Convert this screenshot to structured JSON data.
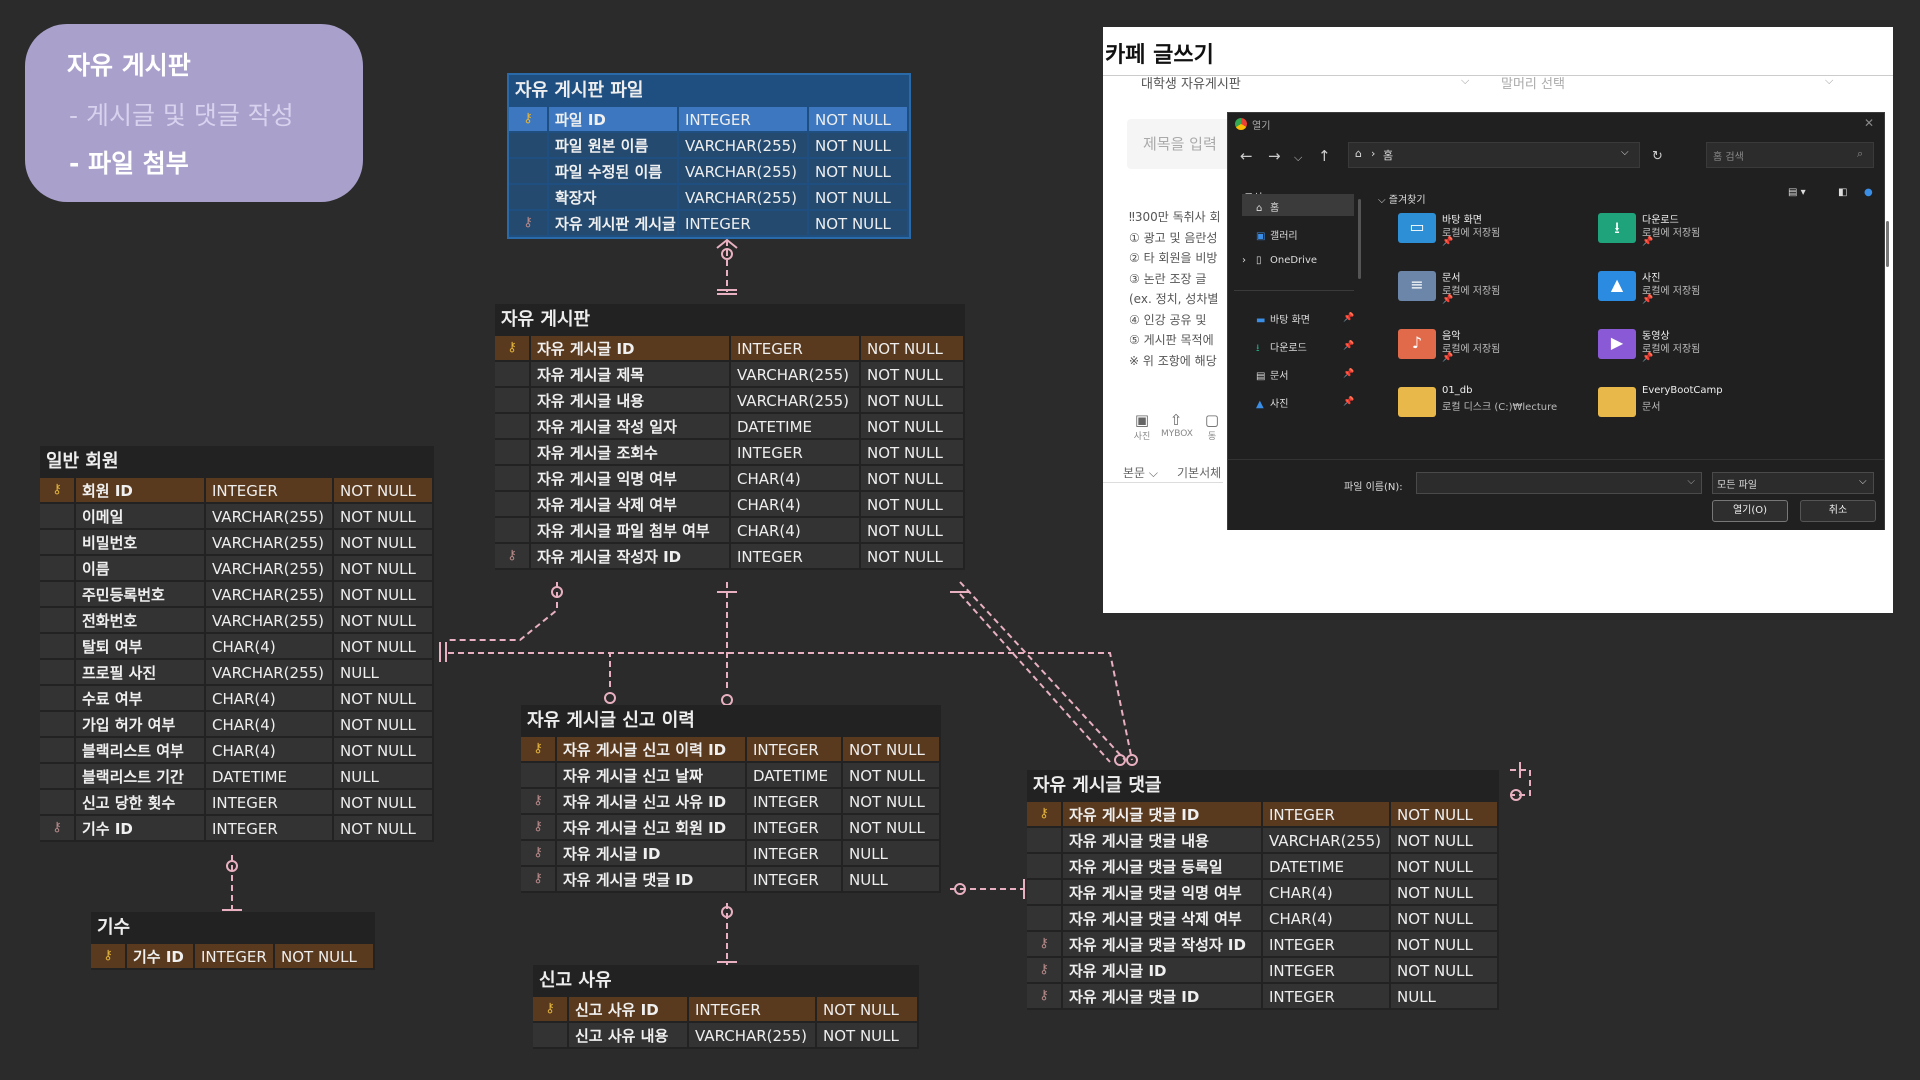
{
  "legend": {
    "title": "자유 게시판",
    "items": [
      "- 게시글 및 댓글 작성",
      "- 파일 첨부"
    ]
  },
  "tables": [
    {
      "id": "file",
      "title": "자유 게시판 파일",
      "style": "blue",
      "cols": [
        40,
        130,
        130,
        100
      ],
      "rows": [
        [
          "pk",
          "파일 ID",
          "INTEGER",
          "NOT NULL"
        ],
        [
          "",
          "파일 원본 이름",
          "VARCHAR(255)",
          "NOT NULL"
        ],
        [
          "",
          "파일 수정된 이름",
          "VARCHAR(255)",
          "NOT NULL"
        ],
        [
          "",
          "확장자",
          "VARCHAR(255)",
          "NOT NULL"
        ],
        [
          "fk",
          "자유 게시판 게시글 ID",
          "INTEGER",
          "NOT NULL"
        ]
      ]
    },
    {
      "id": "board",
      "title": "자유 게시판",
      "style": "",
      "cols": [
        36,
        200,
        130,
        104
      ],
      "rows": [
        [
          "pk",
          "자유 게시글 ID",
          "INTEGER",
          "NOT NULL"
        ],
        [
          "",
          "자유 게시글 제목",
          "VARCHAR(255)",
          "NOT NULL"
        ],
        [
          "",
          "자유 게시글 내용",
          "VARCHAR(255)",
          "NOT NULL"
        ],
        [
          "",
          "자유 게시글 작성 일자",
          "DATETIME",
          "NOT NULL"
        ],
        [
          "",
          "자유 게시글 조회수",
          "INTEGER",
          "NOT NULL"
        ],
        [
          "",
          "자유 게시글 익명 여부",
          "CHAR(4)",
          "NOT NULL"
        ],
        [
          "",
          "자유 게시글 삭제 여부",
          "CHAR(4)",
          "NOT NULL"
        ],
        [
          "",
          "자유 게시글 파일 첨부 여부",
          "CHAR(4)",
          "NOT NULL"
        ],
        [
          "fk",
          "자유 게시글 작성자 ID",
          "INTEGER",
          "NOT NULL"
        ]
      ]
    },
    {
      "id": "member",
      "title": "일반 회원",
      "style": "",
      "cols": [
        36,
        130,
        128,
        100
      ],
      "rows": [
        [
          "pk",
          "회원 ID",
          "INTEGER",
          "NOT NULL"
        ],
        [
          "",
          "이메일",
          "VARCHAR(255)",
          "NOT NULL"
        ],
        [
          "",
          "비밀번호",
          "VARCHAR(255)",
          "NOT NULL"
        ],
        [
          "",
          "이름",
          "VARCHAR(255)",
          "NOT NULL"
        ],
        [
          "",
          "주민등록번호",
          "VARCHAR(255)",
          "NOT NULL"
        ],
        [
          "",
          "전화번호",
          "VARCHAR(255)",
          "NOT NULL"
        ],
        [
          "",
          "탈퇴 여부",
          "CHAR(4)",
          "NOT NULL"
        ],
        [
          "",
          "프로필 사진",
          "VARCHAR(255)",
          "NULL"
        ],
        [
          "",
          "수료 여부",
          "CHAR(4)",
          "NOT NULL"
        ],
        [
          "",
          "가입 허가 여부",
          "CHAR(4)",
          "NOT NULL"
        ],
        [
          "",
          "블랙리스트 여부",
          "CHAR(4)",
          "NOT NULL"
        ],
        [
          "",
          "블랙리스트 기간",
          "DATETIME",
          "NULL"
        ],
        [
          "",
          "신고 당한 횟수",
          "INTEGER",
          "NOT NULL"
        ],
        [
          "fk",
          "기수 ID",
          "INTEGER",
          "NOT NULL"
        ]
      ]
    },
    {
      "id": "cohort",
      "title": "기수",
      "style": "",
      "cols": [
        36,
        68,
        80,
        100
      ],
      "rows": [
        [
          "pk",
          "기수 ID",
          "INTEGER",
          "NOT NULL"
        ]
      ]
    },
    {
      "id": "report",
      "title": "자유 게시글 신고 이력",
      "style": "",
      "cols": [
        36,
        190,
        96,
        98
      ],
      "rows": [
        [
          "pk",
          "자유 게시글 신고 이력 ID",
          "INTEGER",
          "NOT NULL"
        ],
        [
          "",
          "자유 게시글 신고 날짜",
          "DATETIME",
          "NOT NULL"
        ],
        [
          "fk",
          "자유 게시글 신고 사유 ID",
          "INTEGER",
          "NOT NULL"
        ],
        [
          "fk",
          "자유 게시글 신고 회원 ID",
          "INTEGER",
          "NOT NULL"
        ],
        [
          "fk",
          "자유 게시글 ID",
          "INTEGER",
          "NULL"
        ],
        [
          "fk",
          "자유 게시글 댓글 ID",
          "INTEGER",
          "NULL"
        ]
      ]
    },
    {
      "id": "reason",
      "title": "신고 사유",
      "style": "",
      "cols": [
        36,
        120,
        128,
        102
      ],
      "rows": [
        [
          "pk",
          "신고 사유 ID",
          "INTEGER",
          "NOT NULL"
        ],
        [
          "",
          "신고 사유 내용",
          "VARCHAR(255)",
          "NOT NULL"
        ]
      ]
    },
    {
      "id": "comment",
      "title": "자유 게시글 댓글",
      "style": "",
      "cols": [
        36,
        200,
        128,
        108
      ],
      "rows": [
        [
          "pk",
          "자유 게시글 댓글 ID",
          "INTEGER",
          "NOT NULL"
        ],
        [
          "",
          "자유 게시글 댓글 내용",
          "VARCHAR(255)",
          "NOT NULL"
        ],
        [
          "",
          "자유 게시글 댓글 등록일",
          "DATETIME",
          "NOT NULL"
        ],
        [
          "",
          "자유 게시글 댓글 익명 여부",
          "CHAR(4)",
          "NOT NULL"
        ],
        [
          "",
          "자유 게시글 댓글 삭제 여부",
          "CHAR(4)",
          "NOT NULL"
        ],
        [
          "fk",
          "자유 게시글 댓글 작성자 ID",
          "INTEGER",
          "NOT NULL"
        ],
        [
          "fk",
          "자유 게시글 ID",
          "INTEGER",
          "NOT NULL"
        ],
        [
          "fk",
          "자유 게시글 댓글 ID",
          "INTEGER",
          "NULL"
        ]
      ]
    }
  ],
  "cafe": {
    "title": "카페 글쓰기",
    "board_select": "대학생 자유게시판",
    "header_select": "말머리 선택",
    "title_placeholder": "제목을 입력",
    "notice": [
      "‼300만 독취사 회",
      "① 광고 및 음란성",
      "② 타 회원을 비방",
      "③ 논란 조장 글 ",
      "(ex. 정치, 성차별",
      "④ 인강 공유 및 ",
      "⑤ 게시판 목적에",
      "※ 위 조항에 해당"
    ],
    "toolbar": [
      "사진",
      "MYBOX",
      "동"
    ],
    "format": [
      "본문",
      "기본서체"
    ]
  },
  "dialog": {
    "title": "열기",
    "address": "홈",
    "search_placeholder": "홈 검색",
    "organize": "구성",
    "nav_home": "홈",
    "nav_items": [
      "갤러리",
      "OneDrive",
      "바탕 화면",
      "다운로드",
      "문서",
      "사진"
    ],
    "favorites": "즐겨찾기",
    "files": [
      {
        "name": "바탕 화면",
        "sub": "로컬에 저장됨",
        "color": "#2d8fd6",
        "glyph": "▭"
      },
      {
        "name": "다운로드",
        "sub": "로컬에 저장됨",
        "color": "#1fa37a",
        "glyph": "⭳"
      },
      {
        "name": "문서",
        "sub": "로컬에 저장됨",
        "color": "#6b86a8",
        "glyph": "≡"
      },
      {
        "name": "사진",
        "sub": "로컬에 저장됨",
        "color": "#2b8be0",
        "glyph": "▲"
      },
      {
        "name": "음악",
        "sub": "로컬에 저장됨",
        "color": "#e06a4a",
        "glyph": "♪"
      },
      {
        "name": "동영상",
        "sub": "로컬에 저장됨",
        "color": "#8a5ad6",
        "glyph": "▶"
      },
      {
        "name": "01_db",
        "sub": "로컬 디스크 (C:)₩lecture",
        "color": "#e8b84a",
        "glyph": ""
      },
      {
        "name": "EveryBootCamp",
        "sub": "문서",
        "color": "#e8b84a",
        "glyph": ""
      }
    ],
    "filename_label": "파일 이름(N):",
    "filetype": "모든 파일",
    "open_button": "열기(O)",
    "cancel_button": "취소"
  }
}
